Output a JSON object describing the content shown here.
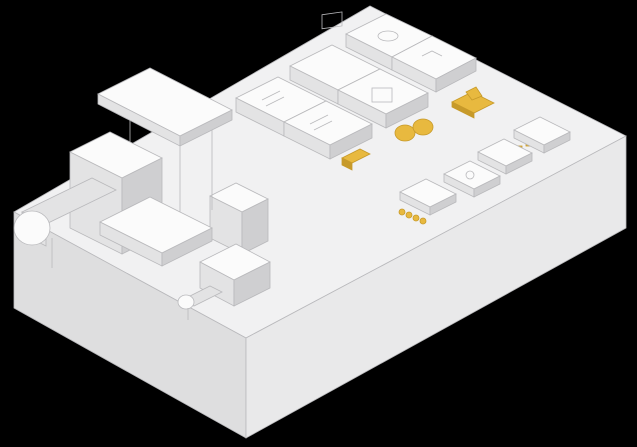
{
  "colors": {
    "background": "#000000",
    "platform_top": "#f1f1f2",
    "platform_left": "#dededf",
    "platform_right": "#e9e9ea",
    "device_light": "#fbfbfb",
    "device_mid": "#e3e3e4",
    "device_dark": "#cfcfd1",
    "gold": "#e8b93f",
    "gold_dark": "#c79a2a",
    "line": "#b9b9bc"
  },
  "components": [
    {
      "name": "press-machine"
    },
    {
      "name": "cylinder-motor"
    },
    {
      "name": "small-press-machine"
    },
    {
      "name": "small-cylinder-motor"
    },
    {
      "name": "round-slot-die"
    },
    {
      "name": "square-slot-die"
    },
    {
      "name": "socket-die-a"
    },
    {
      "name": "socket-die-b"
    },
    {
      "name": "slotted-die-a"
    },
    {
      "name": "slotted-die-b"
    },
    {
      "name": "gold-clip-part"
    },
    {
      "name": "gold-double-tab-part"
    },
    {
      "name": "gold-bracket-part"
    },
    {
      "name": "gold-pin-strip"
    },
    {
      "name": "gold-bead-row"
    },
    {
      "name": "slot-plate-large"
    },
    {
      "name": "slot-plate-medium"
    },
    {
      "name": "ring-plate"
    },
    {
      "name": "symbol-plate"
    }
  ]
}
